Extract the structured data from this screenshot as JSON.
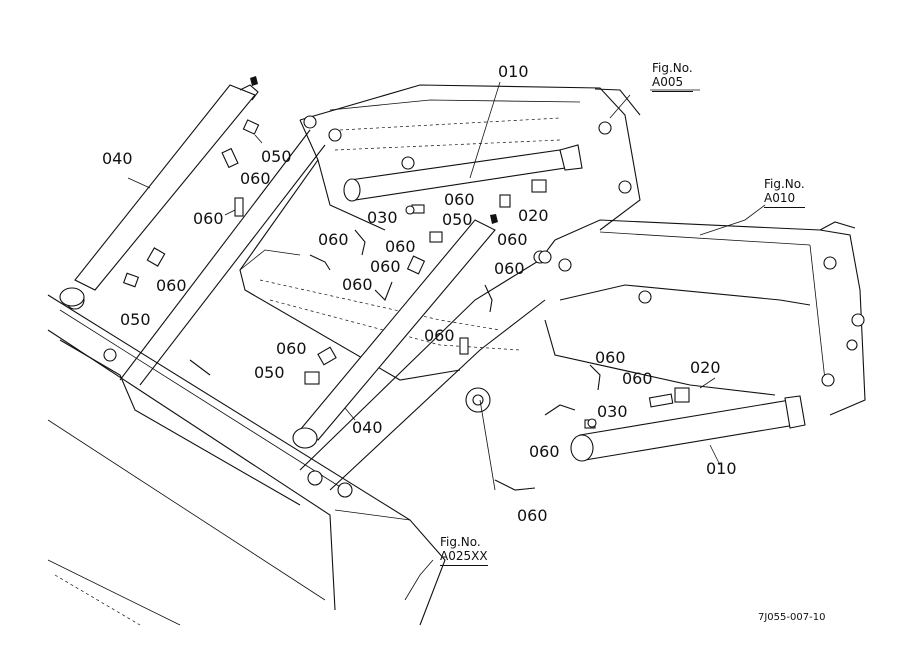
{
  "part_labels": [
    "010",
    "040",
    "050",
    "060",
    "030",
    "020"
  ],
  "figure_refs": [
    {
      "caption": "Fig.No.",
      "number": "A005"
    },
    {
      "caption": "Fig.No.",
      "number": "A010"
    },
    {
      "caption": "Fig.No.",
      "number": "A025XX"
    }
  ],
  "drawing_code": "7J055-007-10"
}
